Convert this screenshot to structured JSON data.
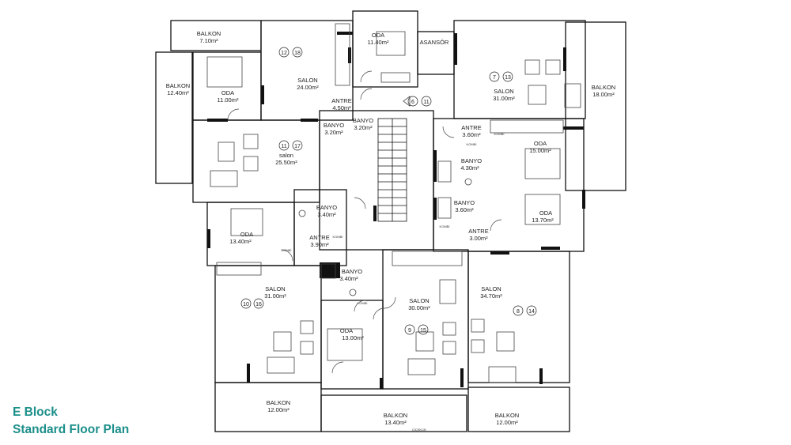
{
  "caption": {
    "title": "E Block",
    "subtitle": "Standard Floor Plan"
  },
  "colors": {
    "wall": "#111111",
    "caption": "#1c8f8a",
    "furniture": "#444444"
  },
  "labels": {
    "balkon": "BALKON",
    "oda": "ODA",
    "salon": "SALON",
    "salon_lower": "salon",
    "antre": "ANTRE",
    "banyo": "BANYO",
    "asansor": "ASANSÖR",
    "cicek": "ÇİÇEKLİK",
    "kombi": "KOMBİ"
  },
  "areas": {
    "balkon_top": "7.10m²",
    "balkon_left": "12.40m²",
    "balkon_right": "18.00m²",
    "balkon_bl": "12.00m²",
    "balkon_bc": "13.40m²",
    "balkon_br": "12.00m²",
    "oda_top": "11.40m²",
    "oda_tl": "11.00m²",
    "oda_ml": "13.40m²",
    "oda_bc": "13.00m²",
    "oda_r1": "15.00m²",
    "oda_r2": "13.70m²",
    "salon_tl": "24.00m²",
    "salon_tr": "31.00m²",
    "salon_ml": "25.50m²",
    "salon_bl": "31.00m²",
    "salon_bc": "30.00m²",
    "salon_br": "34.70m²",
    "antre_c": "4.50m²",
    "antre_r1": "3.60m²",
    "antre_l": "3.90m²",
    "antre_r2": "3.00m²",
    "banyo_1": "3.20m²",
    "banyo_2": "3.20m²",
    "banyo_3": "3.40m²",
    "banyo_4": "3.40m²",
    "banyo_5": "4.30m²",
    "banyo_6": "3.60m²"
  },
  "units": {
    "u12": "12",
    "u18": "18",
    "u7": "7",
    "u13": "13",
    "u6": "6",
    "u11a": "11",
    "u11b": "11",
    "u17": "17",
    "u10": "10",
    "u16": "16",
    "u9": "9",
    "u15": "15",
    "u8": "8",
    "u14": "14"
  }
}
